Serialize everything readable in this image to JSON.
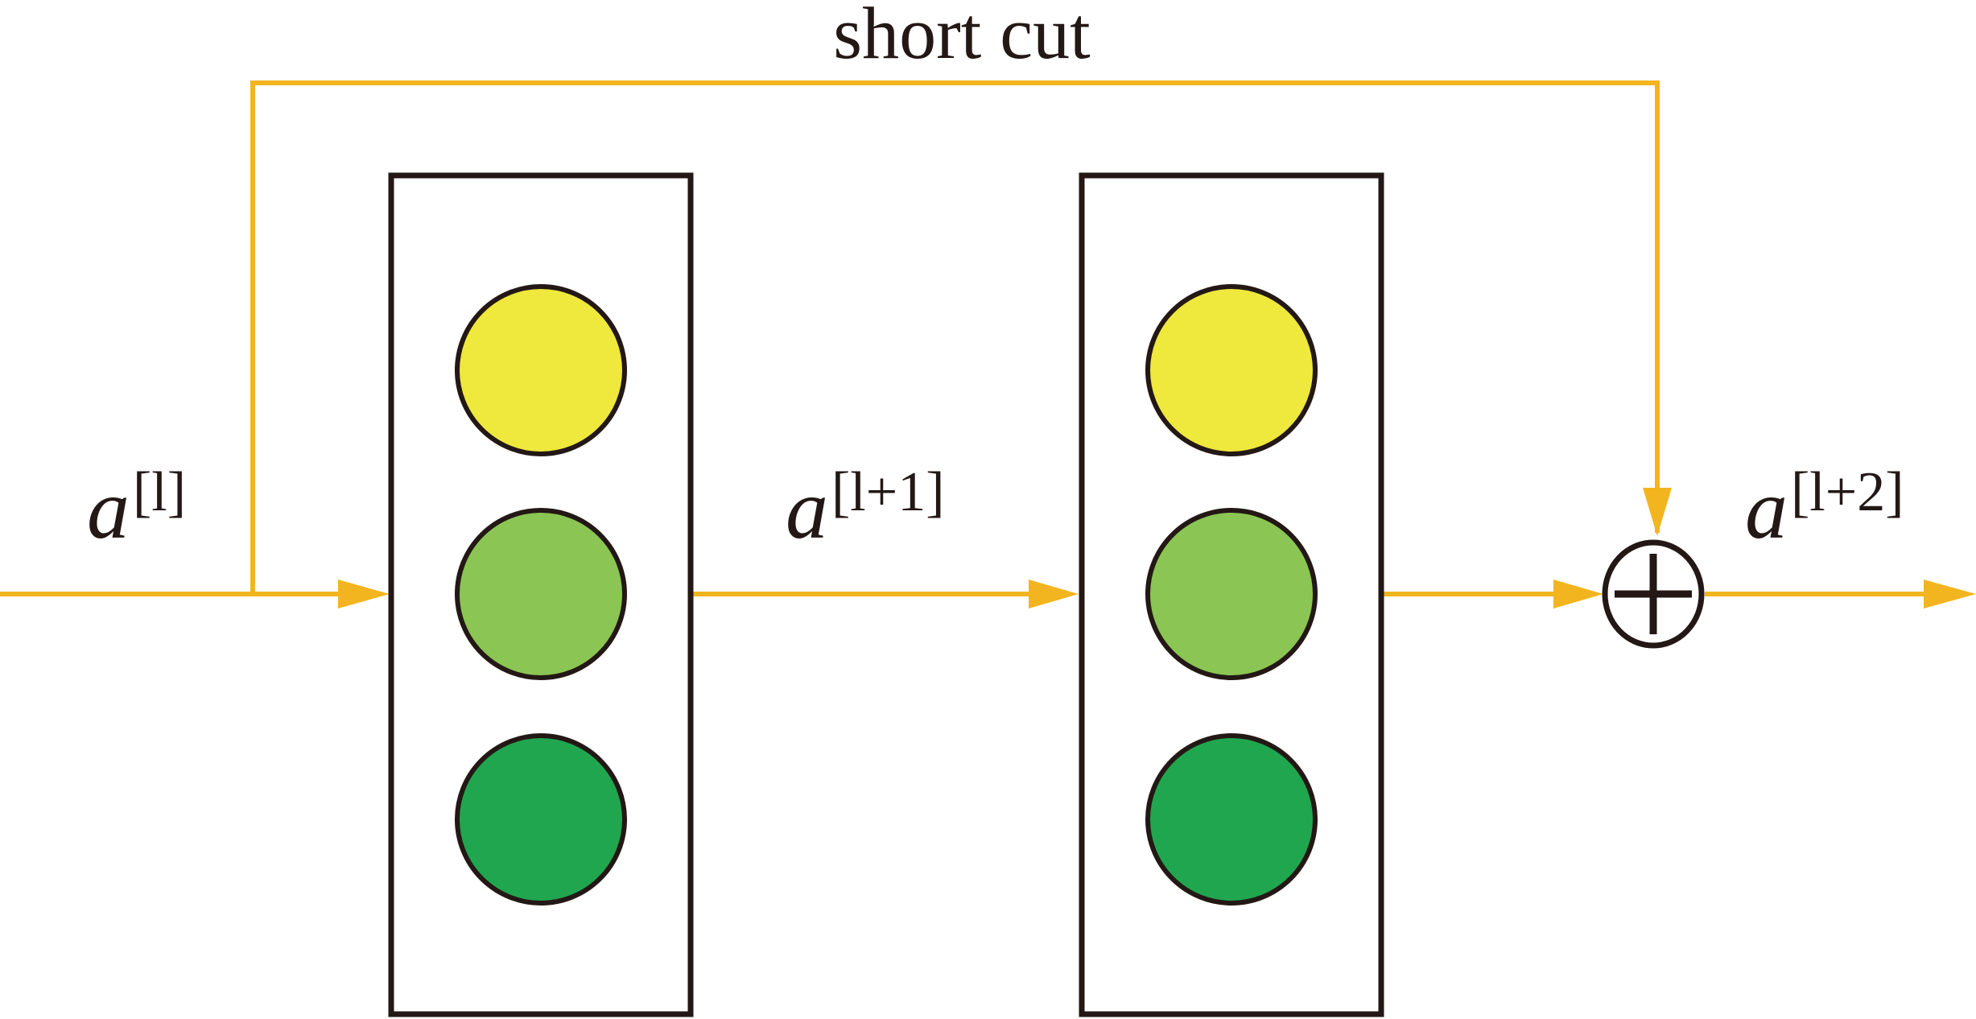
{
  "title": "short cut",
  "labels": {
    "input": {
      "base": "a",
      "sup": "[l]"
    },
    "middle": {
      "base": "a",
      "sup": "[l+1]"
    },
    "output": {
      "base": "a",
      "sup": "[l+2]"
    }
  },
  "operator_symbol": "+",
  "colors": {
    "arrow": "#F2B51F",
    "outline": "#231815",
    "node_yellow": "#EFE83D",
    "node_lightgreen": "#8BC553",
    "node_green": "#20A64F"
  },
  "layers": [
    {
      "nodes": [
        "node_yellow",
        "node_lightgreen",
        "node_green"
      ]
    },
    {
      "nodes": [
        "node_yellow",
        "node_lightgreen",
        "node_green"
      ]
    }
  ]
}
